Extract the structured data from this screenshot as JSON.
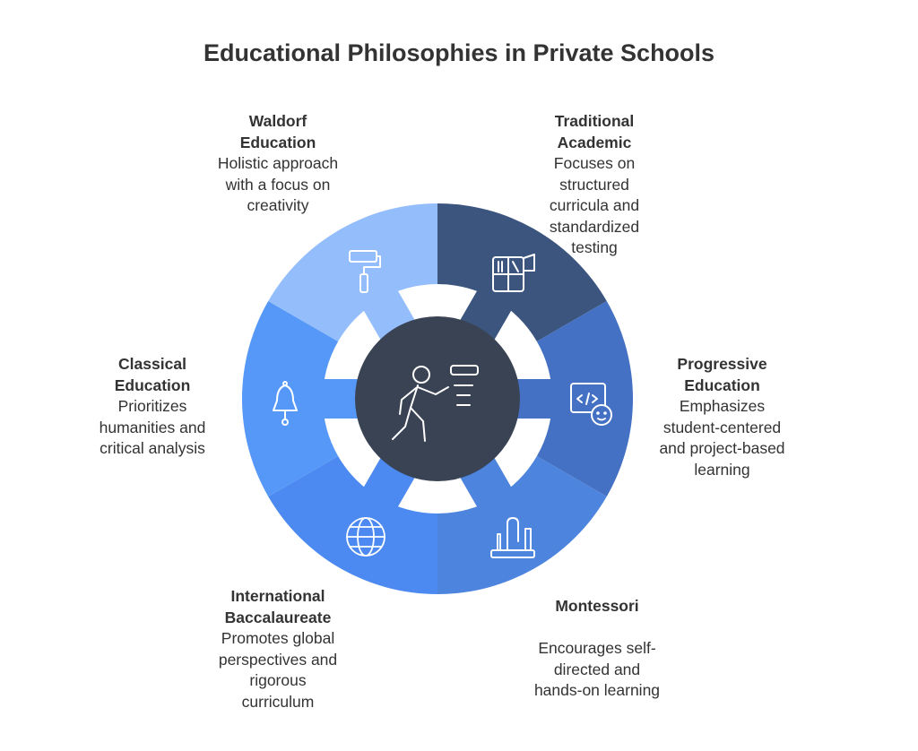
{
  "title": "Educational Philosophies in Private Schools",
  "colors": {
    "traditional": "#3c557f",
    "progressive": "#4471c4",
    "montessori": "#4d84de",
    "ib": "#4c8af1",
    "classical": "#5698f7",
    "waldorf": "#93bdfb",
    "center": "#3a4354"
  },
  "center_icon": "running-person-icon",
  "segments": [
    {
      "key": "waldorf",
      "heading": "Waldorf Education",
      "heading_lines": [
        "Waldorf",
        "Education"
      ],
      "desc_lines": [
        "Holistic approach",
        "with a focus on",
        "creativity"
      ],
      "icon": "paint-roller-icon"
    },
    {
      "key": "traditional",
      "heading": "Traditional Academic",
      "heading_lines": [
        "Traditional",
        "Academic"
      ],
      "desc_lines": [
        "Focuses on",
        "structured",
        "curricula and",
        "standardized",
        "testing"
      ],
      "icon": "bookshelf-icon"
    },
    {
      "key": "progressive",
      "heading": "Progressive Education",
      "heading_lines": [
        "Progressive",
        "Education"
      ],
      "desc_lines": [
        "Emphasizes",
        "student-centered",
        "and project-based",
        "learning"
      ],
      "icon": "code-window-icon"
    },
    {
      "key": "montessori",
      "heading": "Montessori",
      "heading_lines": [
        "Montessori"
      ],
      "desc_lines": [
        "Encourages self-",
        "directed and",
        "hands-on learning"
      ],
      "icon": "lab-equipment-icon"
    },
    {
      "key": "ib",
      "heading": "International Baccalaureate",
      "heading_lines": [
        "International",
        "Baccalaureate"
      ],
      "desc_lines": [
        "Promotes global",
        "perspectives and",
        "rigorous",
        "curriculum"
      ],
      "icon": "globe-icon"
    },
    {
      "key": "classical",
      "heading": "Classical Education",
      "heading_lines": [
        "Classical",
        "Education"
      ],
      "desc_lines": [
        "Prioritizes",
        "humanities and",
        "critical analysis"
      ],
      "icon": "bell-icon"
    }
  ]
}
